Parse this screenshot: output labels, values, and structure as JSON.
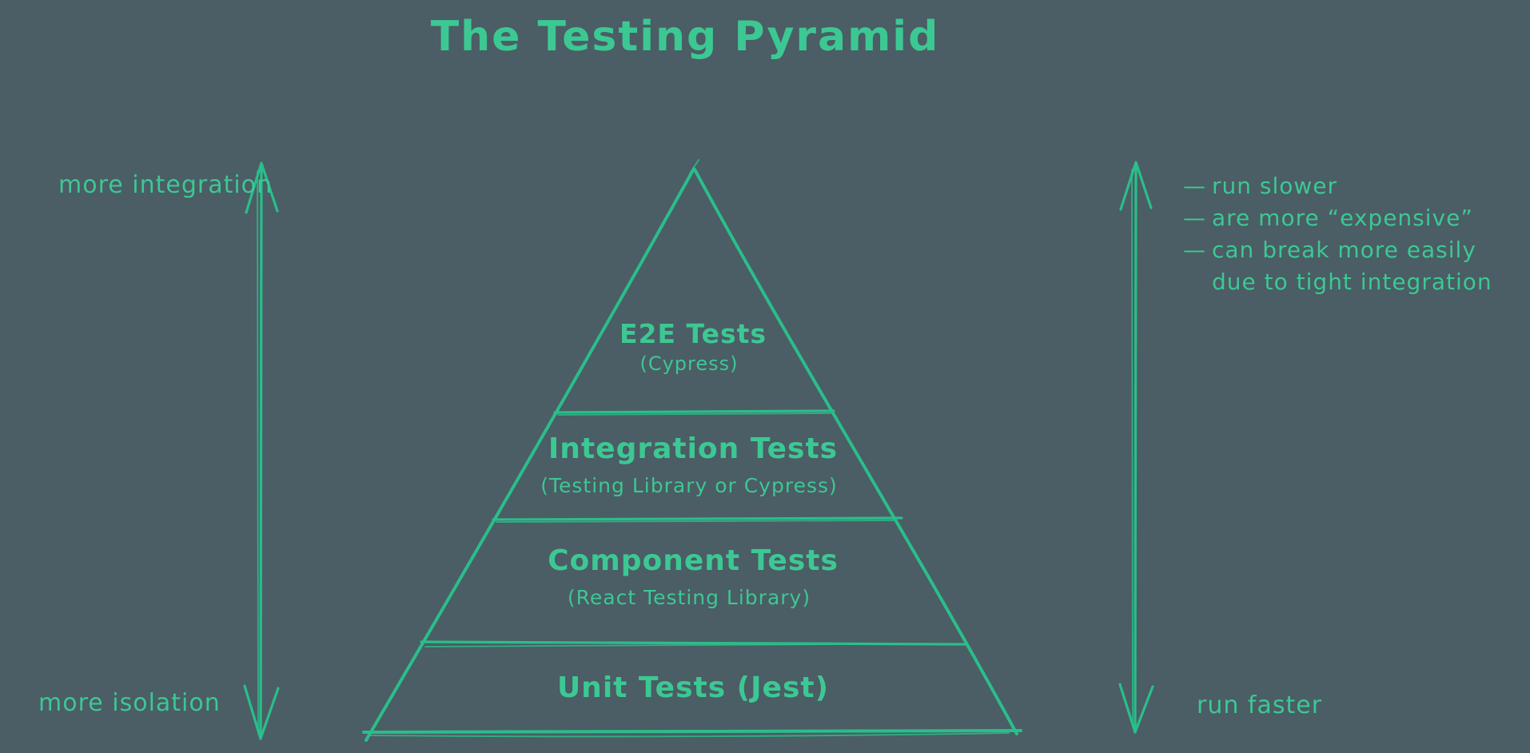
{
  "title": "The Testing Pyramid",
  "colors": {
    "background": "#4b5d65",
    "stroke_green": "#2abe8a",
    "text_green": "#3cc893"
  },
  "pyramid": {
    "levels": [
      {
        "name": "e2e",
        "label": "E2E Tests",
        "sublabel": "(Cypress)"
      },
      {
        "name": "integration",
        "label": "Integration Tests",
        "sublabel": "(Testing Library or Cypress)"
      },
      {
        "name": "component",
        "label": "Component Tests",
        "sublabel": "(React Testing Library)"
      },
      {
        "name": "unit",
        "label": "Unit Tests (Jest)",
        "sublabel": ""
      }
    ]
  },
  "left_axis": {
    "top_label": "more integration",
    "bottom_label": "more isolation"
  },
  "right_axis": {
    "notes": [
      {
        "prefix": "—",
        "text": "run slower"
      },
      {
        "prefix": "—",
        "text": "are more “expensive”"
      },
      {
        "prefix": "—",
        "text": "can break more easily"
      },
      {
        "prefix": "",
        "text": "due to tight integration"
      }
    ],
    "bottom_label": "run faster"
  }
}
